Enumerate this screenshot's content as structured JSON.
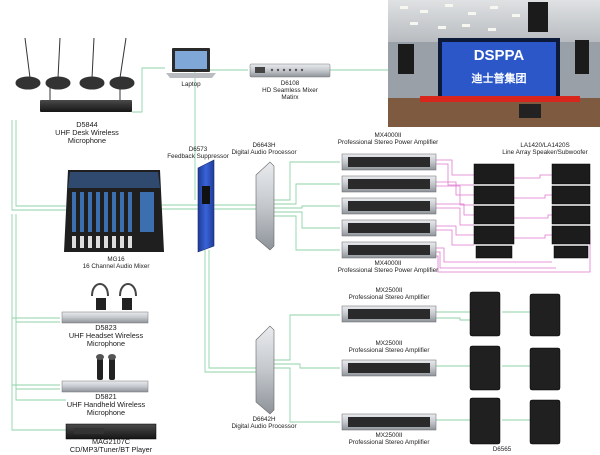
{
  "colors": {
    "link_green": "#8fd3a8",
    "link_pink": "#e07ad0",
    "device_dark": "#2a2a2a",
    "device_silver": "#c9ccd0",
    "processor_blue": "#2d4fb8",
    "screen_blue": "#2b57c9",
    "screen_red": "#d9261c"
  },
  "devices": {
    "desk_mic": {
      "model": "D5844",
      "desc": "UHF Desk Wireless",
      "desc2": "Microphone"
    },
    "laptop": {
      "label": "Laptop"
    },
    "matrix": {
      "model": "D6108",
      "desc": "HD Seamless Mixer",
      "desc2": "Matirx"
    },
    "suppressor": {
      "model": "D6573",
      "desc": "Feedback Suppressor"
    },
    "dsp_top": {
      "model": "D6643H",
      "desc": "Digital Audio Processor"
    },
    "amp_top": {
      "model": "MX4000II",
      "desc": "Professional Stereo Power Amplifier"
    },
    "amp_top_bottom": {
      "model": "MX4000II",
      "desc": "Professional Stereo Power Amplifier"
    },
    "line_array": {
      "model": "LA1420/LA1420S",
      "desc": "Line Array Speaker/Subwoofer"
    },
    "mixer": {
      "model": "MG16",
      "desc": "16 Channel Audio Mixer"
    },
    "headset_mic": {
      "model": "D5823",
      "desc": "UHF Headset Wireless",
      "desc2": "Microphone"
    },
    "handheld_mic": {
      "model": "D5821",
      "desc": "UHF Handheld Wireless",
      "desc2": "Microphone"
    },
    "player": {
      "model": "MAG2107C",
      "desc": "CD/MP3/Tuner/BT Player"
    },
    "amp_mx2500_1": {
      "model": "MX2500II",
      "desc": "Professional Stereo Amplifier"
    },
    "amp_mx2500_2": {
      "model": "MX2500II",
      "desc": "Professional Stereo Amplifier"
    },
    "amp_mx2500_3": {
      "model": "MX2500II",
      "desc": "Professional Stereo Amplifier"
    },
    "dsp_bottom": {
      "model": "D6642H",
      "desc": "Digital Audio Processor"
    },
    "speakers": {
      "model": "D6565"
    }
  },
  "venue_photo": {
    "brand_logo": "DSPPA",
    "brand_chinese": "迪士普集团"
  }
}
